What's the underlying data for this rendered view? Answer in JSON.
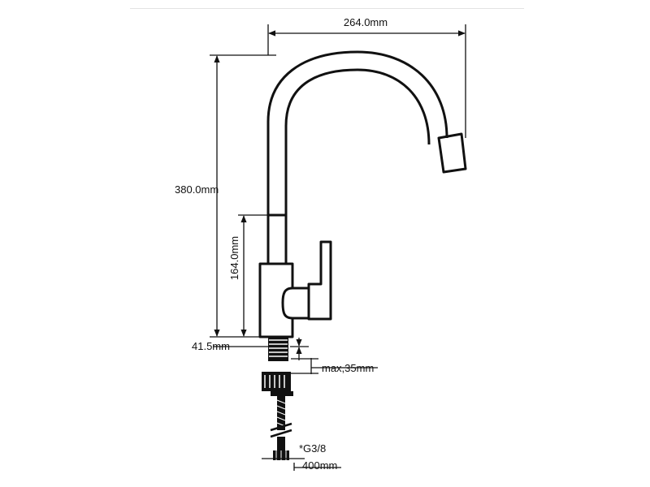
{
  "dimensions": {
    "width": "264.0mm",
    "total_height": "380.0mm",
    "body_height": "164.0mm",
    "base_height": "41.5mm",
    "max_thickness": "max,35mm",
    "thread": "*G3/8",
    "hose_length": "400mm"
  },
  "colors": {
    "line": "#111111",
    "background": "#ffffff"
  }
}
